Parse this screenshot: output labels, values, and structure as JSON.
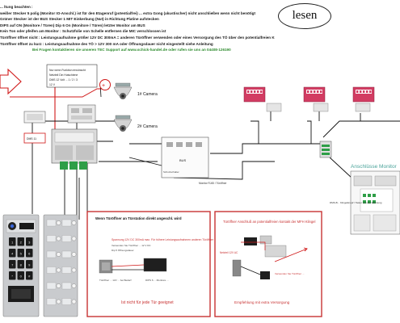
{
  "header_notes": [
    "... ltung beachten :",
    "weißer Stecker 5 polig (Monitor IO-Anschl.) ist für den Etagenruf (potentialfrei) ... extra Gong (akustischer) nicht anschließen wenn nicht benötigt",
    "Grüner Stecker ist der BUS Stecker 1 MIT Einkerbung (Nut) in Richtung Platine aufstecken",
    "DIPS auf ON (Monitore / Türen) Dip 6 On (Monitore / Türen) letzter Monitor am BUS",
    "Kein Ton oder pfeifen am Monitor : Schutzfolie von Schelle entfernen die MIC verschlossen ist",
    "Türöffner öffnet nicht : Leistungsaufnahme größer 12V DC 300mA = anderen Türöffner verwenden oder eines Versorgung des TÖ über den potentialfreien Kontakt der Station",
    "Türöffner öffnet zu kurz : Leistungsaufnahme des TÖ > 12V 300 mA oder Öffnungsdauer nicht eingestellt siehe Anleitung"
  ],
  "support_line": "Bei Fragen kontaktieren sie unseren TEC Support auf www.schick-handel.de oder rufen sie uns an 04408-126190",
  "bubble_label": "lesen",
  "callout_lines": [
    "Nur wenn Funktion erwünscht",
    "Netzteil Din Hutschiene",
    "DMS 12 Volt ... 1 / 2 / 3",
    "12 V"
  ],
  "camera_labels": [
    "1# Camera",
    "2# Camera"
  ],
  "center_labels": {
    "bus_label": "BUS",
    "fuse_label": "Schutzschalter",
    "monitor_conn": "Monitor RJ45 / Türöffner"
  },
  "box_small_label": "DMS 11",
  "panel_title": "Anschlüsse Monitor",
  "panel_side_note": "DMS-B... Klingelknopf / Taster von der Wohnung",
  "box1": {
    "title": "Wenn Türöffner an Türstation direkt angeschl. wird",
    "red_text": "Spannung 12V DC 300mA max. Für höhere Leistungsaufnahmen anderen Türöffner",
    "sub_note": "Türöffner ... 12V ... bei Bedarf",
    "dips_note": "DIPS 6 ... Monitore ...",
    "footer_red": "Ist nicht für jede Tür geeignet",
    "sub_label": "Verwenden Sie Türöffner ... 12 V DC",
    "sub_label2": "Dip 5 Öffnungsdauer"
  },
  "box2": {
    "title": "Türöffner Anschluß an potentialfreien kontakt der MFH Klingel",
    "red_text1": "Netzteil 12V AC",
    "red_text2": "Verwenden Sie Türöffner ...",
    "footer_red": "Empfehlung mit extra Versorgung"
  },
  "keypad_keys": [
    "1",
    "2",
    "3",
    "4",
    "5",
    "6",
    "7",
    "8",
    "9",
    "*",
    "0",
    "#"
  ],
  "colors": {
    "accent_red": "#c83232",
    "wire_red": "#d01818",
    "support_green": "#2e8b2e",
    "panel_teal": "#4aa39a",
    "chip_pink": "#d23c62"
  }
}
